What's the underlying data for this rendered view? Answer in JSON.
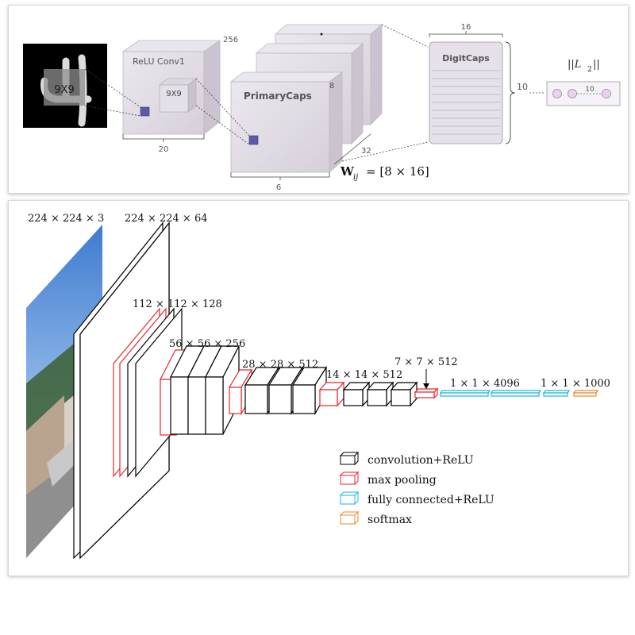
{
  "capsnet": {
    "input_label": "9X9",
    "conv1": {
      "name": "ReLU Conv1",
      "depth": "256",
      "kernel": "9X9",
      "width": "20"
    },
    "primary": {
      "name": "PrimaryCaps",
      "depth": "8",
      "count": "32",
      "width": "6"
    },
    "weights": {
      "symbol": "W",
      "subscript": "ij",
      "value": "= [8 × 16]"
    },
    "digit": {
      "name": "DigitCaps",
      "dim": "16",
      "count": "10"
    },
    "output": {
      "label": "||L",
      "sub": "2",
      "close": "||",
      "count": "10"
    }
  },
  "vgg": {
    "labels": {
      "input": "224 × 224 × 3",
      "conv1": "224 × 224 × 64",
      "conv2": "112 × 112 × 128",
      "conv3": "56 × 56 × 256",
      "conv4": "28 × 28 × 512",
      "conv5": "14 × 14 × 512",
      "pool5": "7 × 7 × 512",
      "fc": "1 × 1 × 4096",
      "softmax": "1 × 1 × 1000"
    },
    "legend": [
      {
        "label": "convolution+ReLU",
        "color": "#000000"
      },
      {
        "label": "max pooling",
        "color": "#e8262b"
      },
      {
        "label": "fully connected+ReLU",
        "color": "#1eb4e6"
      },
      {
        "label": "softmax",
        "color": "#e88a2e"
      }
    ]
  }
}
